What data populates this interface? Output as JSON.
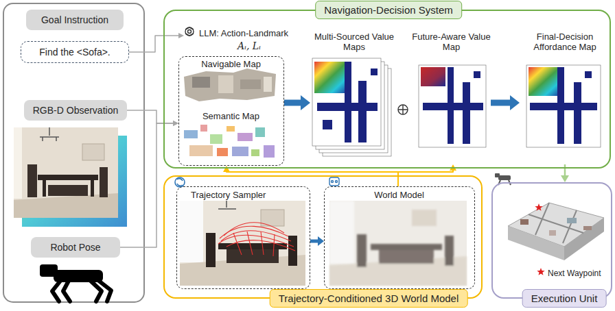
{
  "diagram": {
    "nodes": [
      {
        "text": [
          "Goal Instruction"
        ]
      },
      {
        "text": [
          "Find the <Sofa>."
        ]
      },
      {
        "text": [
          "RGB-D Observation"
        ]
      },
      {
        "text": [
          "Robot Pose"
        ]
      },
      {
        "text": [
          "Navigation-Decision System"
        ]
      },
      {
        "text": [
          "LLM: Action-Landmark",
          "Aᵢ, Lᵢ"
        ],
        "in": 4
      },
      {
        "text": [
          "Navigable Map",
          "Semantic Map"
        ],
        "in": 4
      },
      {
        "text": [
          "Multi-Sourced Value Maps"
        ],
        "in": 4
      },
      {
        "text": [
          "Future-Aware Value Map"
        ],
        "in": 4
      },
      {
        "text": [
          "Final-Decision Affordance Map"
        ],
        "in": 4
      },
      {
        "text": [
          "Trajectory-Conditioned 3D World Model"
        ]
      },
      {
        "text": [
          "Trajectory Sampler"
        ],
        "in": 10
      },
      {
        "text": [
          "World Model"
        ],
        "in": 10
      },
      {
        "text": [
          "Execution Unit",
          "Next Waypoint"
        ]
      }
    ],
    "edges": [
      {
        "from": 1,
        "to": 5,
        "arrow": "to"
      },
      {
        "from": 2,
        "to": 6,
        "arrow": "to"
      },
      {
        "from": 3,
        "to": 6,
        "arrow": "to"
      },
      {
        "from": 6,
        "to": 7,
        "arrow": "to"
      },
      {
        "from": 8,
        "to": 9,
        "arrow": "to"
      },
      {
        "from": 11,
        "to": 12,
        "arrow": "to"
      },
      {
        "from": 12,
        "to": 8,
        "arrow": "to"
      },
      {
        "from": 12,
        "to": 6,
        "arrow": "to"
      },
      {
        "from": 9,
        "to": 13,
        "arrow": "to"
      }
    ]
  }
}
